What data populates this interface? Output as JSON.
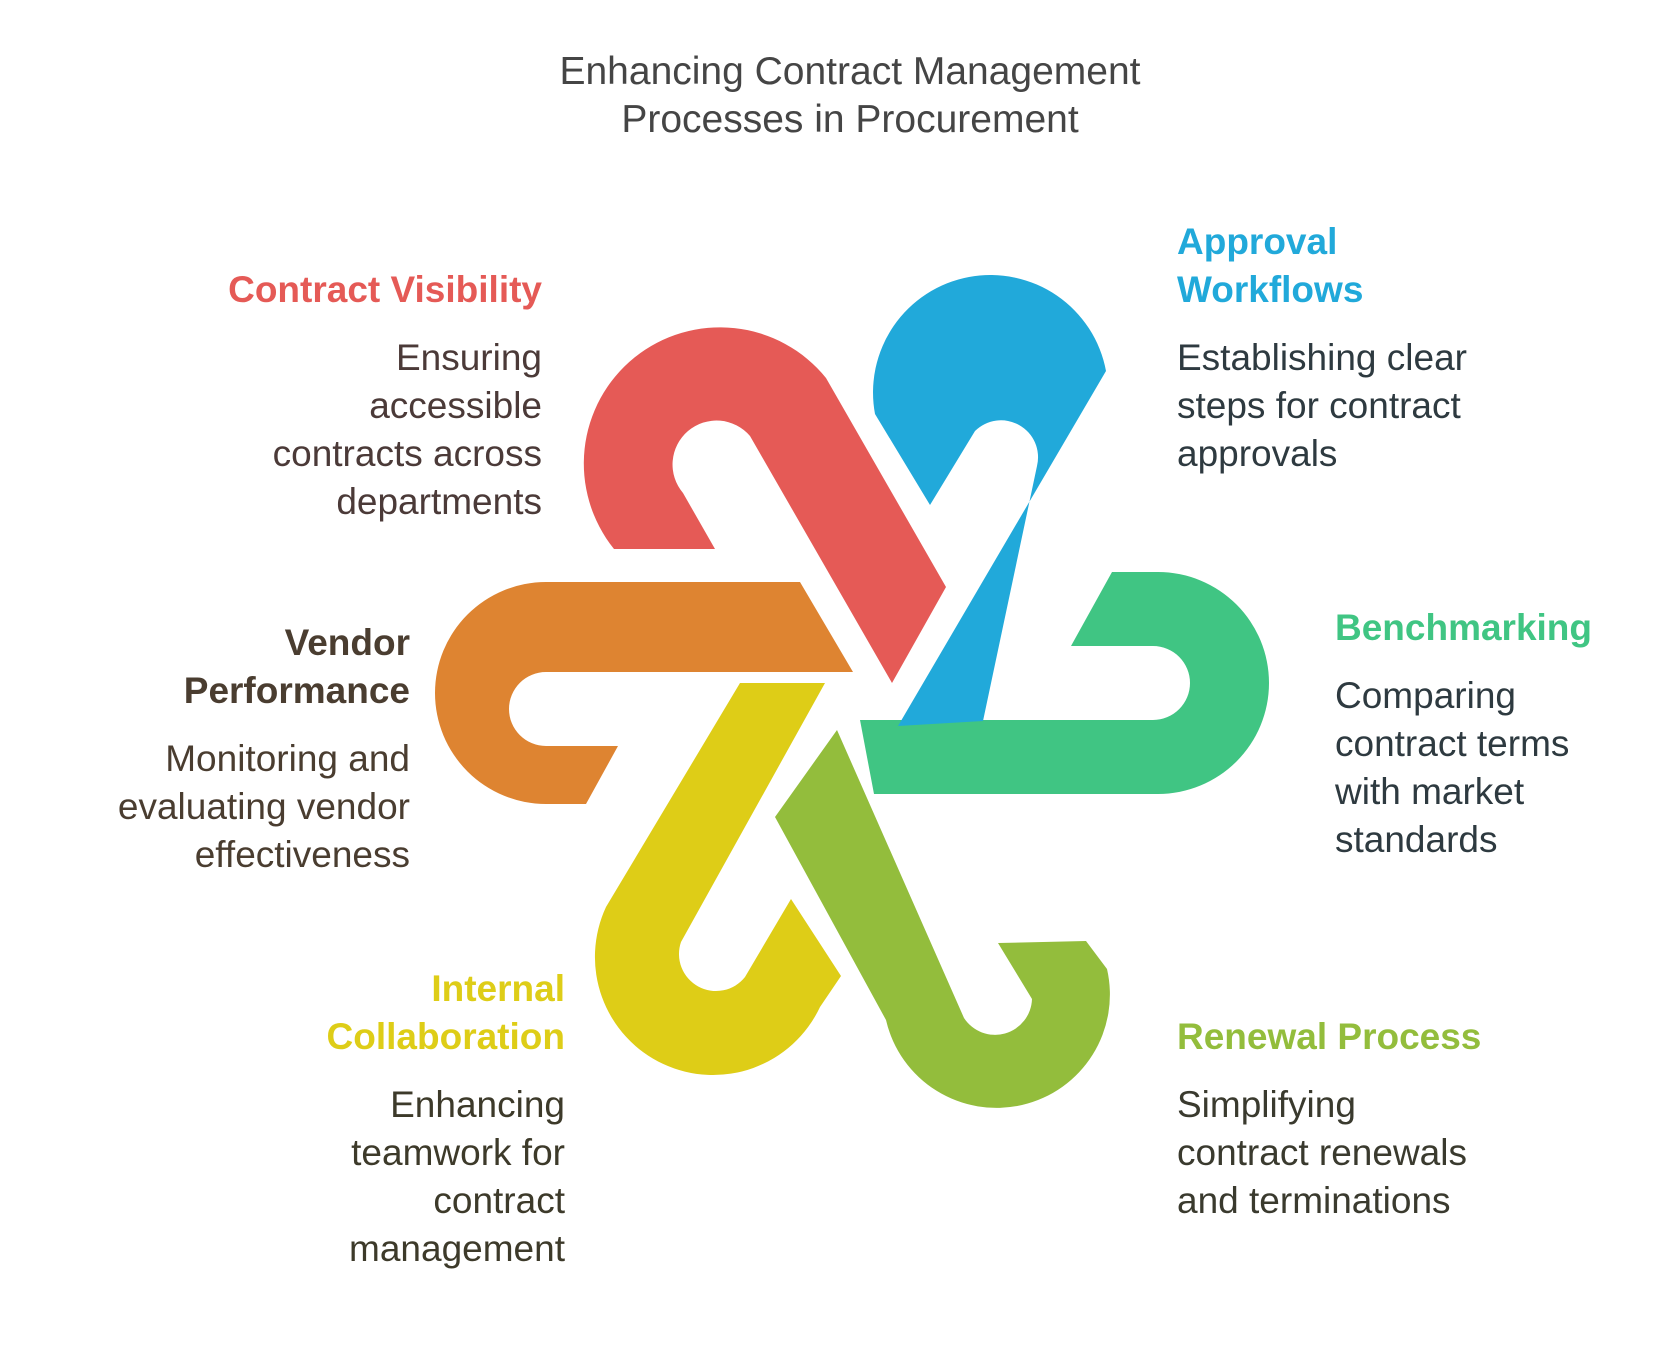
{
  "title": "Enhancing Contract Management\nProcesses in Procurement",
  "items": [
    {
      "heading": "Contract Visibility",
      "description": "Ensuring\naccessible\ncontracts across\ndepartments",
      "color": "#E55A56",
      "text_color": "#4B3A38"
    },
    {
      "heading": "Approval\nWorkflows",
      "description": "Establishing clear\nsteps for contract\napprovals",
      "color": "#21A9DA",
      "text_color": "#2E3A40"
    },
    {
      "heading": "Benchmarking",
      "description": "Comparing\ncontract terms\nwith market\nstandards",
      "color": "#40C583",
      "text_color": "#2E3A40"
    },
    {
      "heading": "Renewal Process",
      "description": "Simplifying\ncontract renewals\nand terminations",
      "color": "#93BD3C",
      "text_color": "#3A3A2E"
    },
    {
      "heading": "Internal\nCollaboration",
      "description": "Enhancing\nteamwork for\ncontract\nmanagement",
      "color": "#DECD17",
      "text_color": "#3D3A2A"
    },
    {
      "heading": "Vendor\nPerformance",
      "description": "Monitoring and\nevaluating vendor\neffectiveness",
      "color": "#DE8431",
      "text_color": "#4A3D30",
      "heading_color": "#4A3D30"
    }
  ]
}
